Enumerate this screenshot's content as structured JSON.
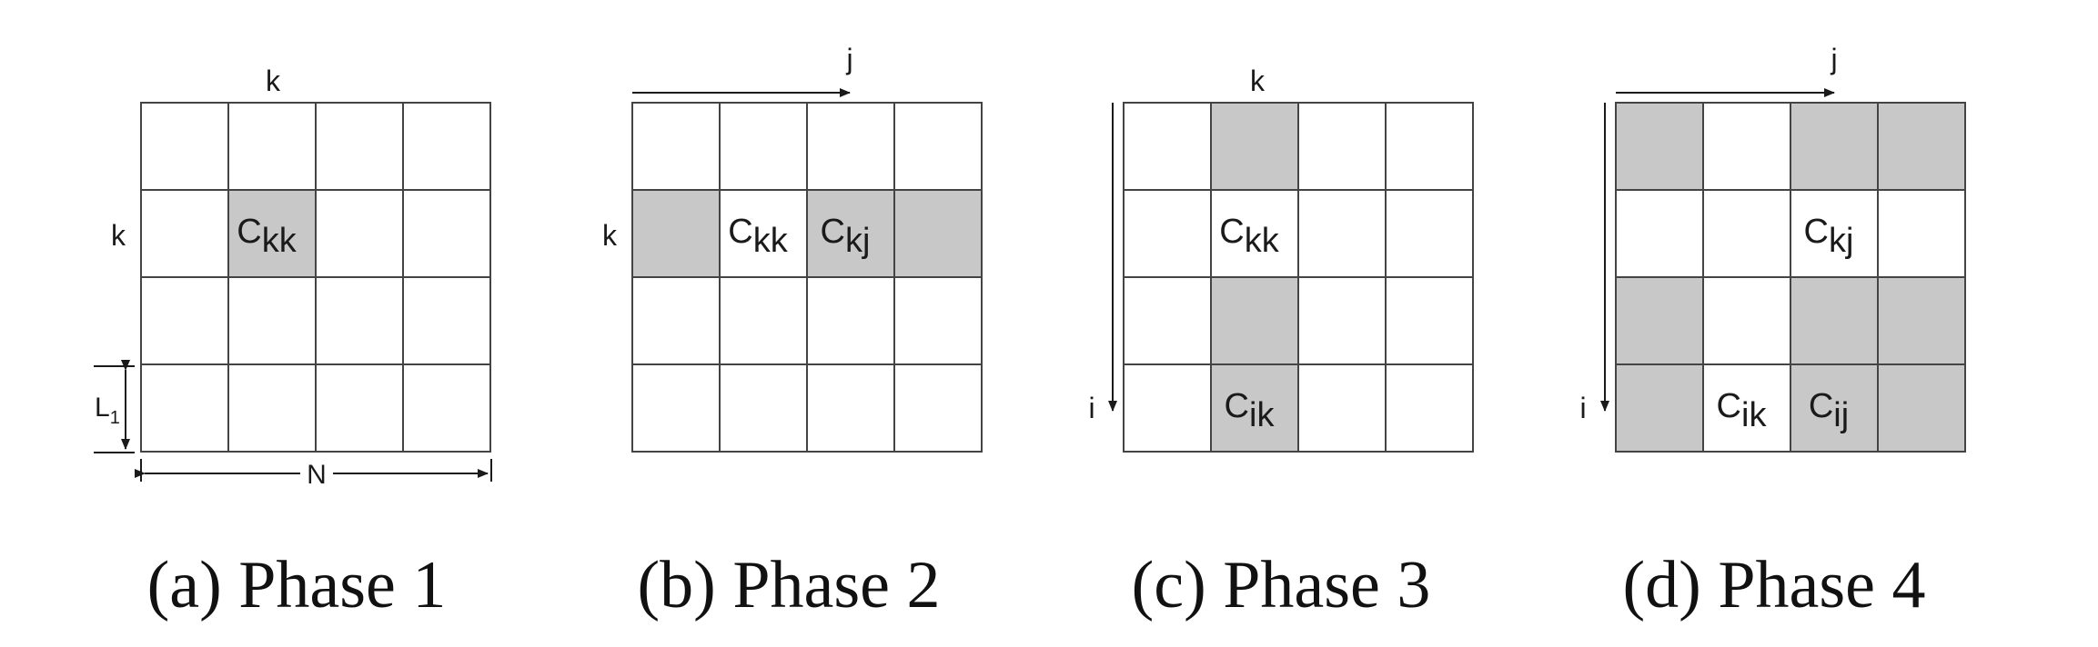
{
  "colors": {
    "shaded": "#c8c8c8",
    "grid": "#444444",
    "background": "#ffffff"
  },
  "grid_size": 4,
  "phases": [
    {
      "caption": "(a) Phase 1",
      "top_label": "k",
      "side_label": "k",
      "shaded": [
        [
          1,
          1
        ]
      ],
      "cells": [
        {
          "row": 1,
          "col": 1,
          "main": "C",
          "sub": "kk"
        }
      ],
      "dimension_labels": {
        "block": "L",
        "block_sub": "1",
        "width": "N"
      }
    },
    {
      "caption": "(b) Phase 2",
      "top_label": "j",
      "side_label": "k",
      "shaded": [
        [
          1,
          0
        ],
        [
          1,
          2
        ],
        [
          1,
          3
        ]
      ],
      "cells": [
        {
          "row": 1,
          "col": 1,
          "main": "C",
          "sub": "kk"
        },
        {
          "row": 1,
          "col": 2,
          "main": "C",
          "sub": "kj"
        }
      ]
    },
    {
      "caption": "(c) Phase 3",
      "top_label": "k",
      "side_label": "i",
      "shaded": [
        [
          0,
          1
        ],
        [
          2,
          1
        ],
        [
          3,
          1
        ]
      ],
      "cells": [
        {
          "row": 1,
          "col": 1,
          "main": "C",
          "sub": "kk"
        },
        {
          "row": 3,
          "col": 1,
          "main": "C",
          "sub": "ik"
        }
      ]
    },
    {
      "caption": "(d) Phase 4",
      "top_label": "j",
      "side_label": "i",
      "shaded": [
        [
          0,
          0
        ],
        [
          0,
          2
        ],
        [
          0,
          3
        ],
        [
          2,
          0
        ],
        [
          2,
          2
        ],
        [
          2,
          3
        ],
        [
          3,
          0
        ],
        [
          3,
          2
        ],
        [
          3,
          3
        ]
      ],
      "cells": [
        {
          "row": 1,
          "col": 2,
          "main": "C",
          "sub": "kj"
        },
        {
          "row": 3,
          "col": 1,
          "main": "C",
          "sub": "ik"
        },
        {
          "row": 3,
          "col": 2,
          "main": "C",
          "sub": "ij"
        }
      ]
    }
  ]
}
